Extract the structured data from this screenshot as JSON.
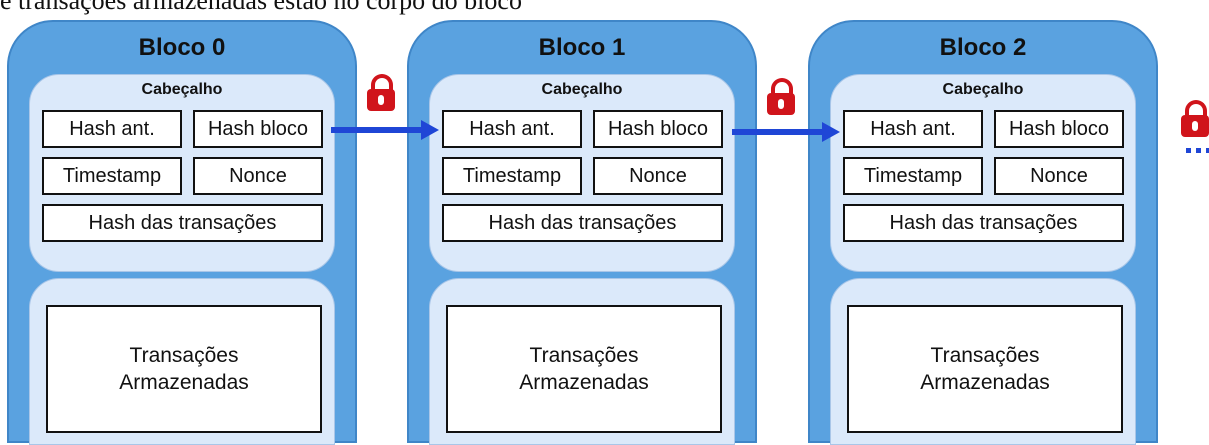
{
  "caption": "e transações armazenadas estão no corpo do bloco",
  "colors": {
    "block_fill": "#5aa2e0",
    "panel_fill": "#dbe9fa",
    "arrow": "#1f46d6",
    "lock": "#d0141b"
  },
  "blocks": [
    {
      "title": "Bloco 0",
      "header_title": "Cabeçalho",
      "prev_hash": "Hash ant.",
      "block_hash": "Hash bloco",
      "timestamp": "Timestamp",
      "nonce": "Nonce",
      "tx_hash": "Hash das transações",
      "transactions_line1": "Transações",
      "transactions_line2": "Armazenadas"
    },
    {
      "title": "Bloco 1",
      "header_title": "Cabeçalho",
      "prev_hash": "Hash ant.",
      "block_hash": "Hash bloco",
      "timestamp": "Timestamp",
      "nonce": "Nonce",
      "tx_hash": "Hash das transações",
      "transactions_line1": "Transações",
      "transactions_line2": "Armazenadas"
    },
    {
      "title": "Bloco 2",
      "header_title": "Cabeçalho",
      "prev_hash": "Hash ant.",
      "block_hash": "Hash bloco",
      "timestamp": "Timestamp",
      "nonce": "Nonce",
      "tx_hash": "Hash das transações",
      "transactions_line1": "Transações",
      "transactions_line2": "Armazenadas"
    }
  ],
  "icons": {
    "link_lock": "lock-icon",
    "continuation": "ellipsis-icon"
  }
}
